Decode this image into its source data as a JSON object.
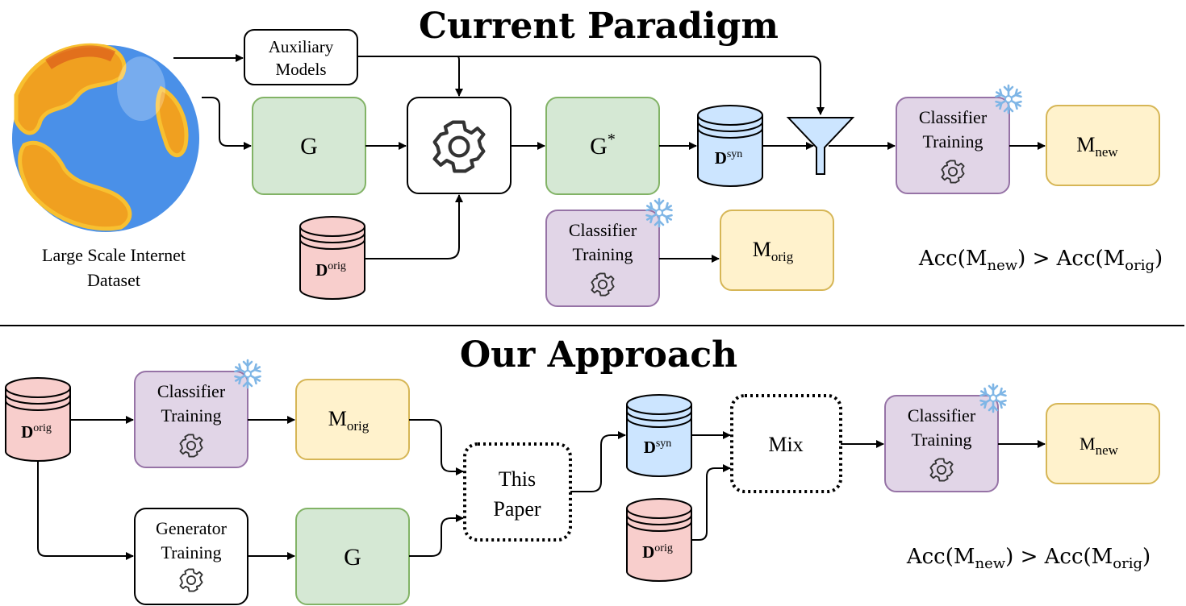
{
  "top": {
    "title": "Current Paradigm",
    "internet": {
      "line1": "Large Scale Internet",
      "line2": "Dataset",
      "icon": "globe-icon"
    },
    "aux": {
      "line1": "Auxiliary",
      "line2": "Models"
    },
    "gen": {
      "base": "G"
    },
    "gen_star": {
      "base": "G",
      "sup": "*"
    },
    "optimizer_icon": "gear-icon",
    "filter_icon": "funnel-icon",
    "dsyn": {
      "base": "D",
      "sup": "syn"
    },
    "dorig": {
      "base": "D",
      "sup": "orig"
    },
    "clf_new": {
      "line1": "Classifier",
      "line2": "Training"
    },
    "clf_orig": {
      "line1": "Classifier",
      "line2": "Training"
    },
    "m_new": {
      "base": "M",
      "sub": "new"
    },
    "m_orig": {
      "base": "M",
      "sub": "orig"
    },
    "acc": {
      "a": "Acc(M",
      "s1": "new",
      "b": ") > Acc(M",
      "s2": "orig",
      "c": ")"
    }
  },
  "bottom": {
    "title": "Our Approach",
    "dorig": {
      "base": "D",
      "sup": "orig"
    },
    "clf_orig": {
      "line1": "Classifier",
      "line2": "Training"
    },
    "m_orig": {
      "base": "M",
      "sub": "orig"
    },
    "gen_train": {
      "line1": "Generator",
      "line2": "Training"
    },
    "gen": {
      "base": "G"
    },
    "paper": {
      "line1": "This",
      "line2": "Paper"
    },
    "dsyn": {
      "base": "D",
      "sup": "syn"
    },
    "dorig2": {
      "base": "D",
      "sup": "orig"
    },
    "mix": {
      "label": "Mix"
    },
    "clf_new": {
      "line1": "Classifier",
      "line2": "Training"
    },
    "m_new": {
      "base": "M",
      "sub": "new"
    },
    "acc": {
      "a": "Acc(M",
      "s1": "new",
      "b": ") > Acc(M",
      "s2": "orig",
      "c": ")"
    }
  },
  "colors": {
    "green_fill": "#d5e8d4",
    "green_stroke": "#82b366",
    "purple_fill": "#e1d5e7",
    "purple_stroke": "#9673a6",
    "yellow_fill": "#fff2cc",
    "yellow_stroke": "#d6b656",
    "blue_fill": "#cce5ff",
    "red_fill": "#f8cecc",
    "snow": "#7fb6e6"
  },
  "icons": {
    "frozen": "snowflake-icon",
    "training": "gear-icon"
  }
}
